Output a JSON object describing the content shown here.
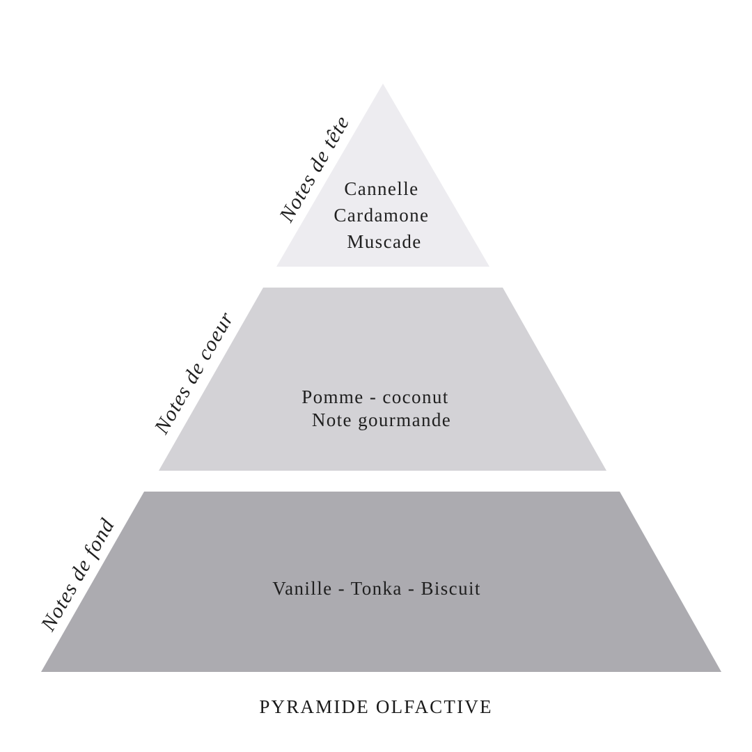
{
  "pyramid": {
    "top": {
      "label": "Notes de tête",
      "notes": [
        "Cannelle",
        "Cardamone",
        "Muscade"
      ],
      "color": "#edecf0"
    },
    "middle": {
      "label": "Notes de coeur",
      "notes": [
        "Pomme - coconut",
        "Note gourmande"
      ],
      "color": "#d3d2d6"
    },
    "base": {
      "label": "Notes de fond",
      "notes": [
        "Vanille - Tonka - Biscuit"
      ],
      "color": "#acabb0"
    }
  },
  "caption": "PYRAMIDE OLFACTIVE"
}
